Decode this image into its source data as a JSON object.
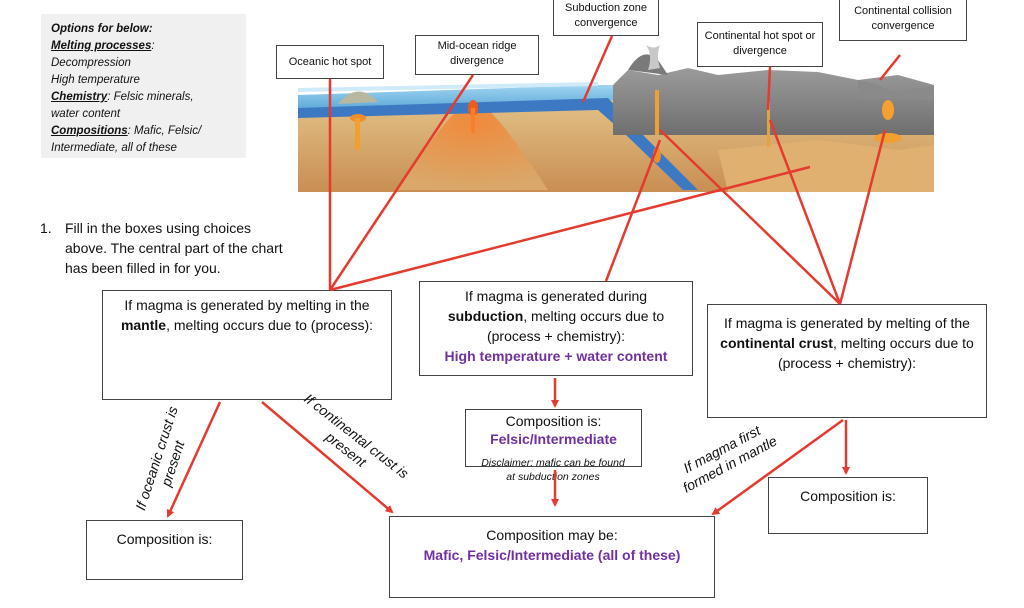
{
  "options": {
    "title": "Options for below:",
    "processes_label": "Melting processes",
    "processes_suffix": ":",
    "process_1": "Decompression",
    "process_2": "High temperature",
    "chemistry_label": "Chemistry",
    "chemistry_text": ": Felsic minerals,",
    "chemistry_text_2": "water content",
    "compositions_label": "Compositions",
    "compositions_text": ": Mafic, Felsic/",
    "compositions_text_2": "Intermediate, all of these"
  },
  "question": {
    "number": "1.",
    "text": "Fill in the boxes using choices above.  The central part of the chart has been filled in for you."
  },
  "diagram_labels": {
    "oceanic_hot_spot": "Oceanic hot spot",
    "mid_ocean_ridge": "Mid-ocean ridge divergence",
    "subduction_zone": "Subduction zone convergence",
    "continental_hot_spot": "Continental hot spot or divergence",
    "continental_collision": "Continental collision convergence"
  },
  "mantle_box": {
    "pre": "If magma is generated by melting in the ",
    "bold": "mantle",
    "post": ", melting occurs due to (process):"
  },
  "subduction_box": {
    "pre": "If magma is generated during ",
    "bold": "subduction",
    "post": ", melting occurs due to (process + chemistry):",
    "answer": "High temperature + water content"
  },
  "crust_box": {
    "pre": "If magma is generated by melting of the ",
    "bold": "continental crust",
    "post": ", melting occurs due to (process + chemistry):"
  },
  "composition_center": {
    "label": "Composition is:",
    "answer": "Felsic/Intermediate",
    "disclaimer": "Disclaimer: mafic can be found at subduction zones"
  },
  "composition_left": {
    "label": "Composition is:"
  },
  "composition_right": {
    "label": "Composition is:"
  },
  "composition_bottom": {
    "label": "Composition may be:",
    "answer": "Mafic, Felsic/Intermediate (all of these)"
  },
  "arrow_labels": {
    "oceanic": "If oceanic crust is present",
    "continental": "If continental crust is present",
    "mantle_first": "If magma first formed in mantle"
  },
  "colors": {
    "arrow": "#e53a2f",
    "answer": "#7030a0"
  }
}
